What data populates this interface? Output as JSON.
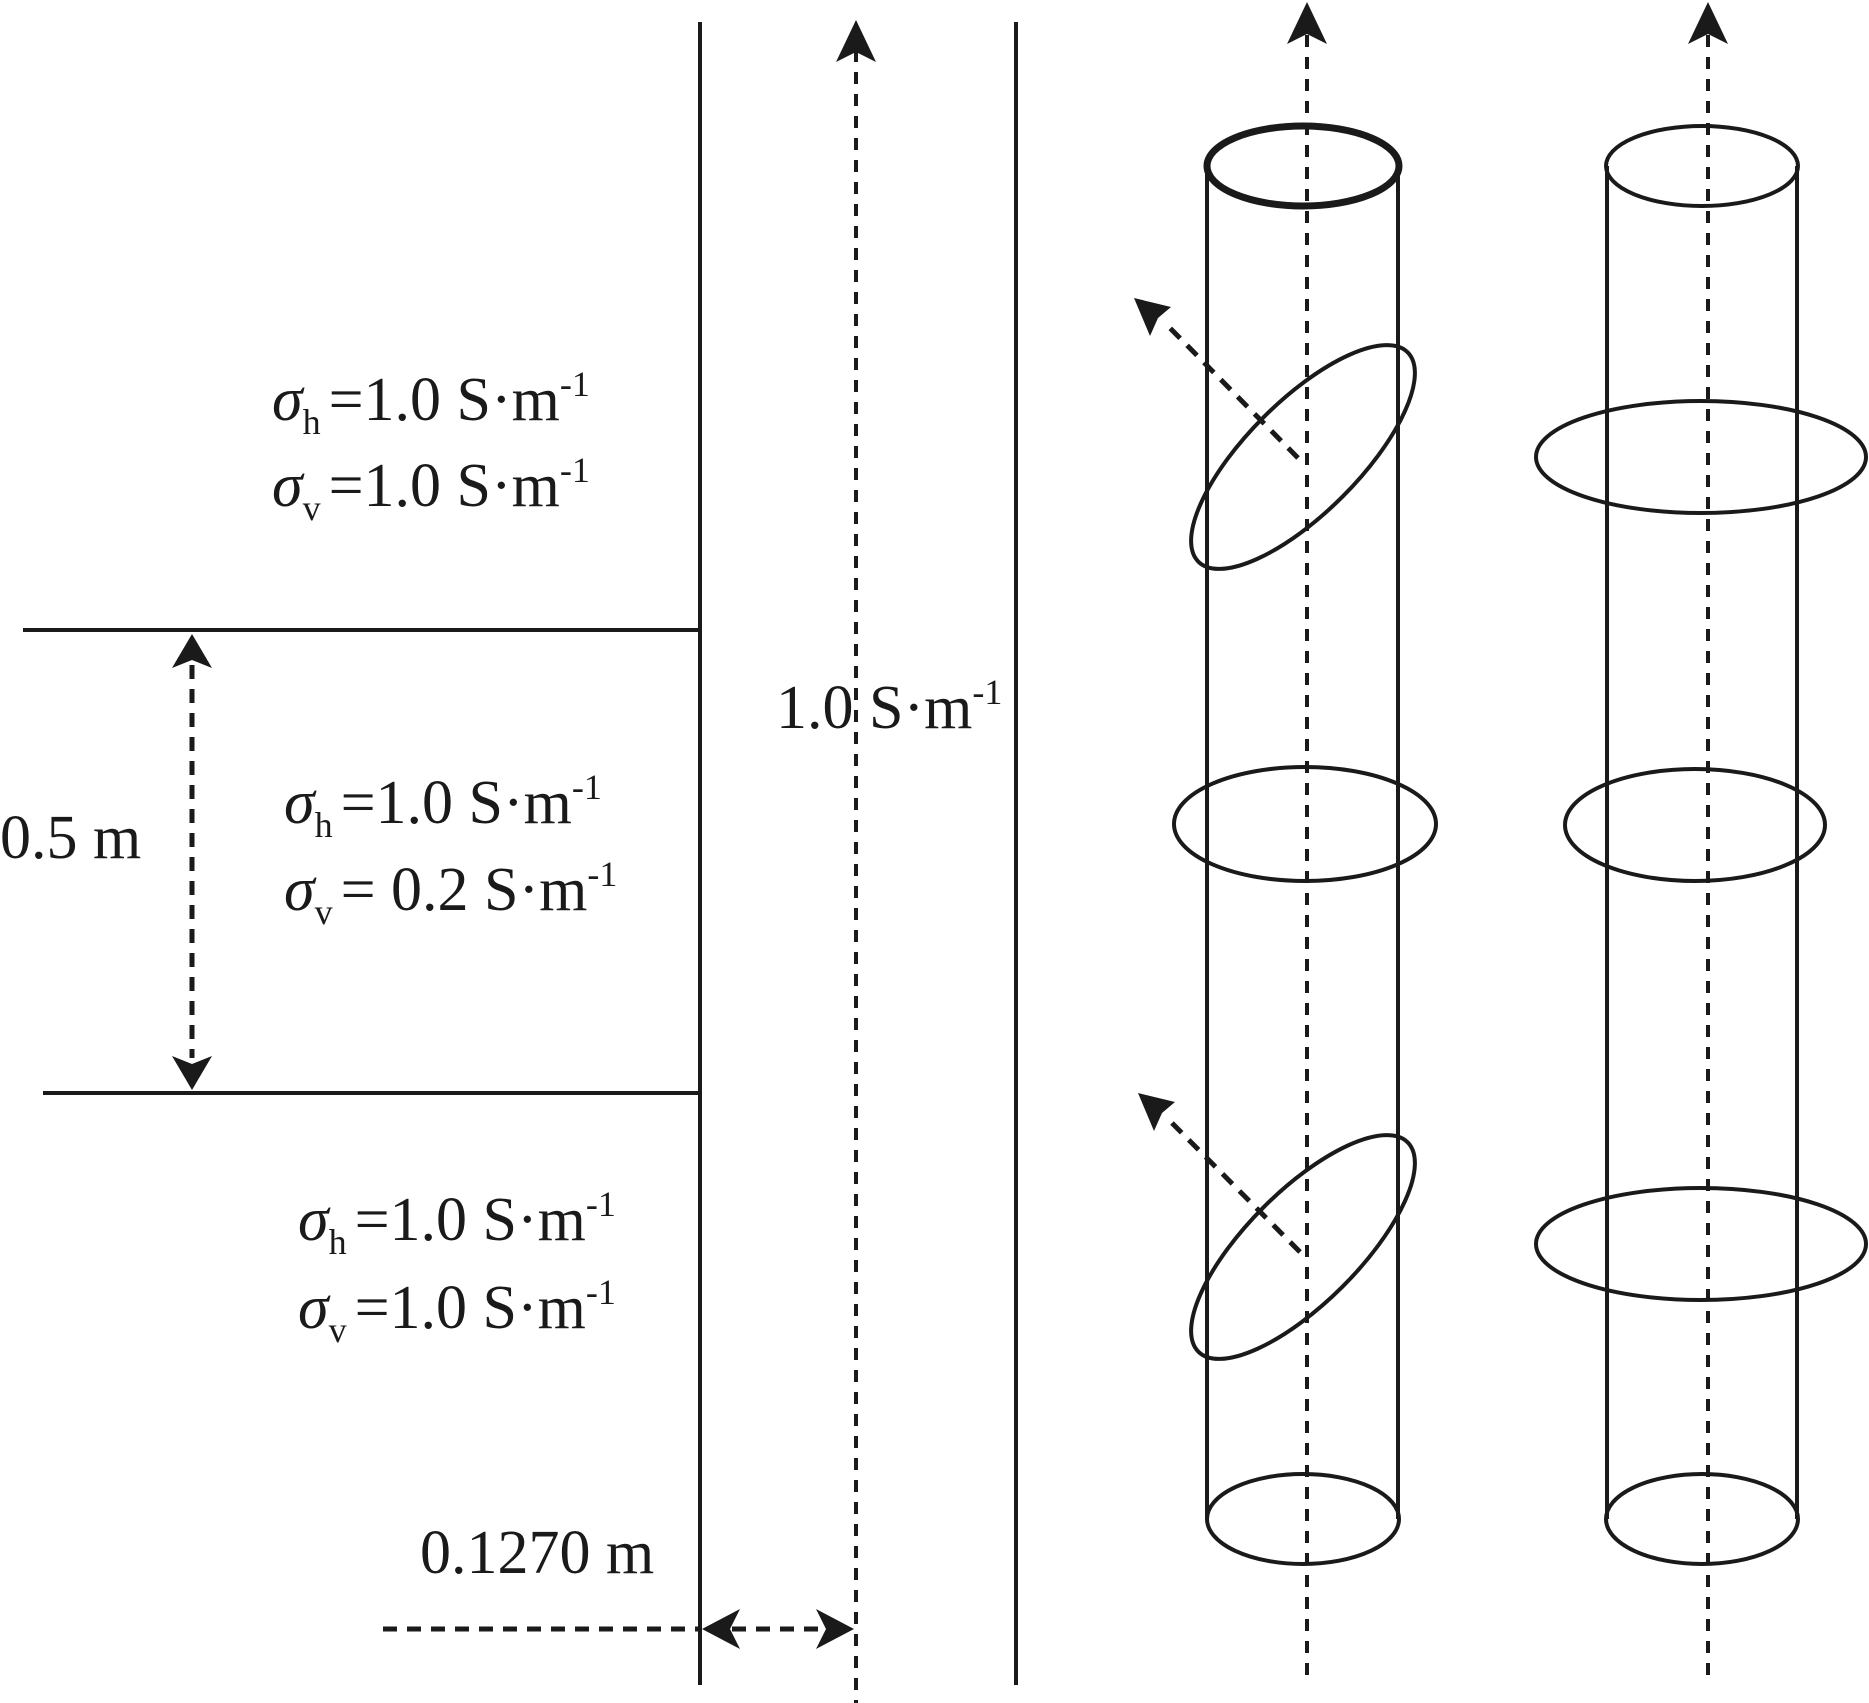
{
  "layers": {
    "upper": {
      "sigma_h": {
        "symbol": "σ",
        "sub": "h",
        "value": "=1.0 S·m",
        "exp": "-1"
      },
      "sigma_v": {
        "symbol": "σ",
        "sub": "v",
        "value": "=1.0 S·m",
        "exp": "-1"
      }
    },
    "middle": {
      "sigma_h": {
        "symbol": "σ",
        "sub": "h",
        "value": "=1.0 S·m",
        "exp": "-1"
      },
      "sigma_v": {
        "symbol": "σ",
        "sub": "v",
        "value": "= 0.2 S·m",
        "exp": "-1"
      }
    },
    "lower": {
      "sigma_h": {
        "symbol": "σ",
        "sub": "h",
        "value": "=1.0 S·m",
        "exp": "-1"
      },
      "sigma_v": {
        "symbol": "σ",
        "sub": "v",
        "value": "=1.0 S·m",
        "exp": "-1"
      }
    }
  },
  "layer_thickness_label": "0.5 m",
  "borehole": {
    "conductivity_label": "1.0 S·m",
    "conductivity_exp": "-1",
    "radius_label": "0.1270 m"
  }
}
